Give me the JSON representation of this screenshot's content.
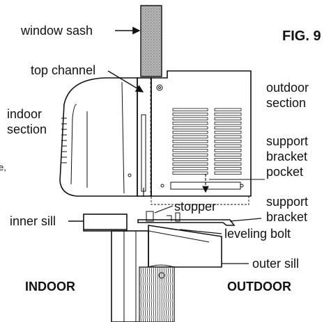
{
  "figure": {
    "number": "FIG. 9"
  },
  "labels": {
    "window_sash": "window sash",
    "top_channel": "top channel",
    "indoor_section": [
      "indoor",
      "section"
    ],
    "outdoor_section": [
      "outdoor",
      "section"
    ],
    "support_bracket_pocket": [
      "support",
      "bracket",
      "pocket"
    ],
    "stopper": "stopper",
    "support_bracket": [
      "support",
      "bracket"
    ],
    "inner_sill": "inner sill",
    "leveling_bolt": "leveling bolt",
    "outer_sill": "outer sill",
    "indoor": "INDOOR",
    "outdoor": "OUTDOOR",
    "edge_fragment": "e,"
  }
}
